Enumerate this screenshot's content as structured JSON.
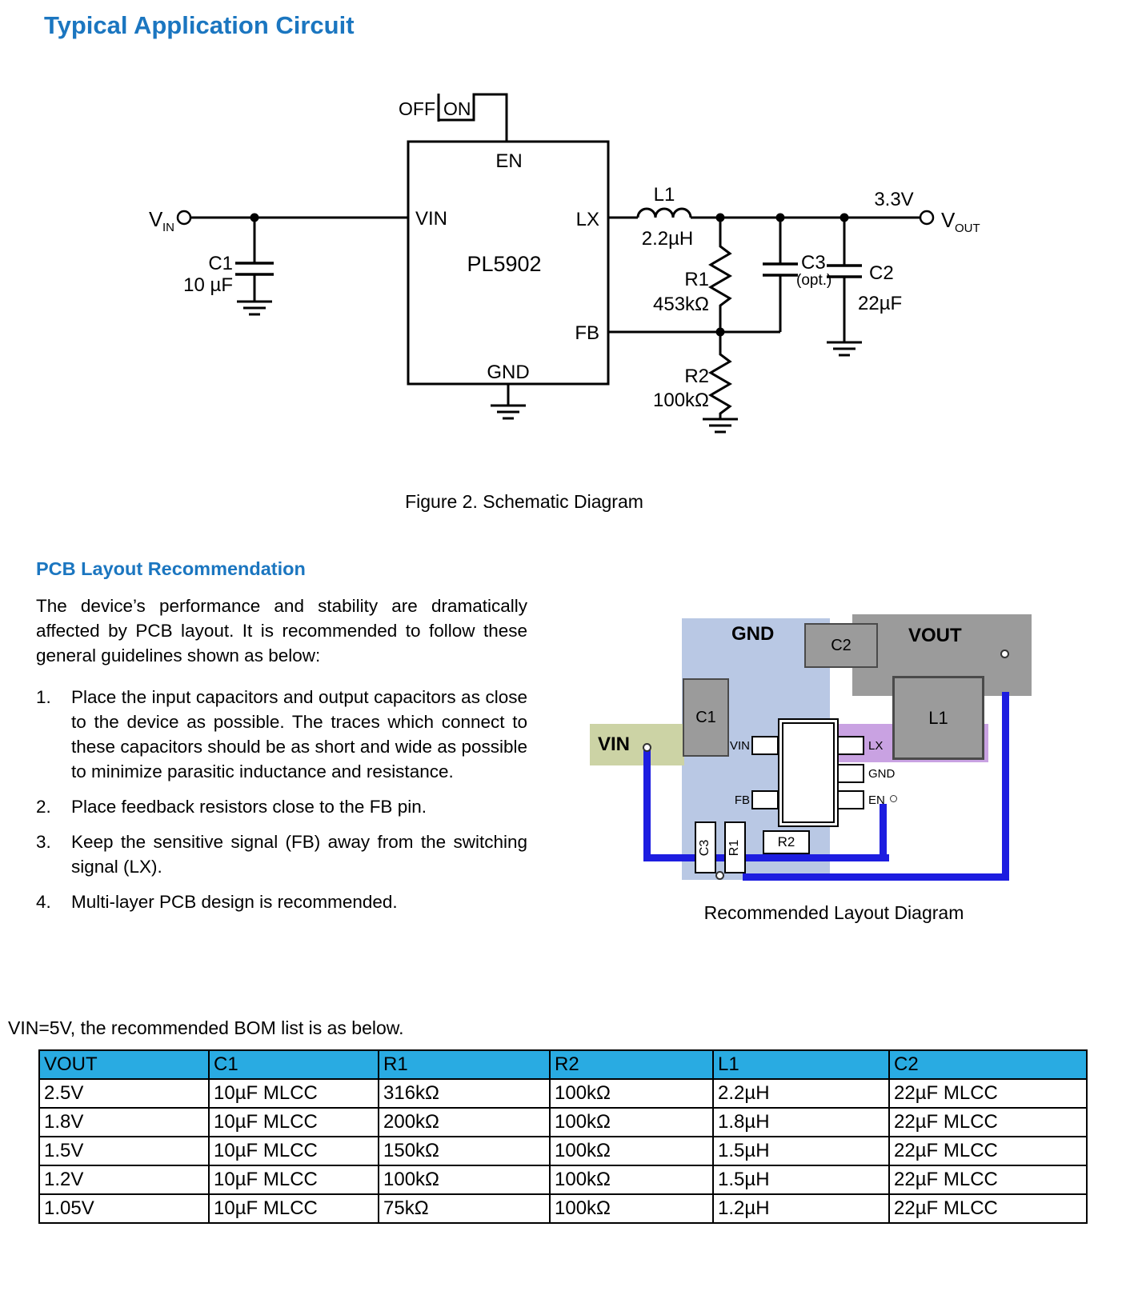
{
  "page": {
    "title": "Typical Application Circuit",
    "figure_caption": "Figure 2. Schematic Diagram"
  },
  "schematic": {
    "switch_off": "OFF",
    "switch_on": "ON",
    "ic_name": "PL5902",
    "pin_en": "EN",
    "pin_vin": "VIN",
    "pin_lx": "LX",
    "pin_fb": "FB",
    "pin_gnd": "GND",
    "vin_terminal": {
      "v": "V",
      "sub": "IN"
    },
    "vout_terminal": {
      "v": "V",
      "sub": "OUT"
    },
    "out_voltage": "3.3V",
    "c1": {
      "ref": "C1",
      "value": "10 µF"
    },
    "l1": {
      "ref": "L1",
      "value": "2.2µH"
    },
    "r1": {
      "ref": "R1",
      "value": "453kΩ"
    },
    "r2": {
      "ref": "R2",
      "value": "100kΩ"
    },
    "c3": {
      "ref": "C3",
      "value": "(opt.)"
    },
    "c2": {
      "ref": "C2",
      "value": "22µF"
    }
  },
  "pcb_section": {
    "heading": "PCB Layout Recommendation",
    "intro": "The device’s performance and stability are dramatically affected by PCB layout. It is recommended to follow these general guidelines shown as below:",
    "items": [
      {
        "num": "1.",
        "text": "Place the input capacitors and output capacitors as close to the device as possible. The traces which connect to these capacitors should be as short and wide as possible to minimize parasitic inductance and resistance."
      },
      {
        "num": "2.",
        "text": "Place feedback resistors close to the FB pin."
      },
      {
        "num": "3.",
        "text": "Keep the sensitive signal (FB) away from the switching signal (LX)."
      },
      {
        "num": "4.",
        "text": "Multi-layer PCB design is recommended."
      }
    ]
  },
  "layout_diagram": {
    "gnd_label": "GND",
    "c2_label": "C2",
    "vout_label": "VOUT",
    "c1_label": "C1",
    "l1_label": "L1",
    "vin_region_label": "VIN",
    "pin_vin": "VIN",
    "pin_fb": "FB",
    "pin_lx": "LX",
    "pin_gnd": "GND",
    "pin_en": "EN",
    "r2_label": "R2",
    "c3_label": "C3",
    "r1_label": "R1",
    "caption": "Recommended Layout Diagram"
  },
  "bom": {
    "intro": "VIN=5V, the recommended BOM list is as below.",
    "headers": [
      "VOUT",
      "C1",
      "R1",
      "R2",
      "L1",
      "C2"
    ],
    "rows": [
      [
        "2.5V",
        "10µF MLCC",
        "316kΩ",
        "100kΩ",
        "2.2µH",
        "22µF MLCC"
      ],
      [
        "1.8V",
        "10µF MLCC",
        "200kΩ",
        "100kΩ",
        "1.8µH",
        "22µF MLCC"
      ],
      [
        "1.5V",
        "10µF MLCC",
        "150kΩ",
        "100kΩ",
        "1.5µH",
        "22µF MLCC"
      ],
      [
        "1.2V",
        "10µF MLCC",
        "100kΩ",
        "100kΩ",
        "1.5µH",
        "22µF MLCC"
      ],
      [
        "1.05V",
        "10µF MLCC",
        "75kΩ",
        "100kΩ",
        "1.2µH",
        "22µF MLCC"
      ]
    ]
  },
  "colors": {
    "heading_blue": "#1b76c0",
    "table_header_cyan": "#29abe2",
    "trace_blue": "#1d1de0",
    "gnd_region_blue": "#b9c8e4",
    "vin_region_green": "#ccd3a5",
    "lx_region_purple": "#c9a2e2",
    "component_gray": "#9b9b9b"
  }
}
